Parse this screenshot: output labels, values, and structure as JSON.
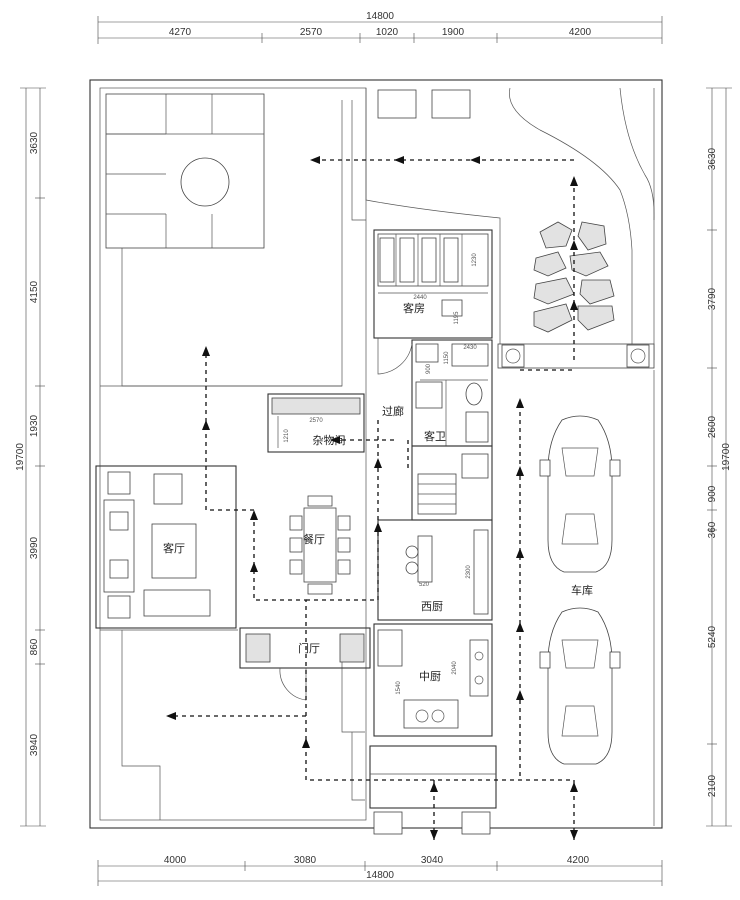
{
  "dimensions": {
    "top_total": "14800",
    "top_segments": [
      "4270",
      "2570",
      "1020",
      "1900",
      "4200"
    ],
    "bottom_segments": [
      "4000",
      "3080",
      "3040",
      "4200"
    ],
    "bottom_total": "14800",
    "left_segments": [
      "3630",
      "4150",
      "1930",
      "3990",
      "860",
      "3940"
    ],
    "left_total": "19700",
    "right_segments": [
      "3630",
      "3790",
      "2600",
      "900",
      "360",
      "5240",
      "2100"
    ],
    "right_total": "19700"
  },
  "rooms": {
    "bedroom": "客房",
    "corridor": "过廊",
    "storage": "杂物间",
    "guest_bath": "客卫",
    "living": "客厅",
    "dining": "餐厅",
    "garage": "车库",
    "western_kitchen": "西厨",
    "entry": "门厅",
    "chinese_kitchen": "中厨"
  },
  "annotations": {
    "bedroom_width": "2440",
    "bedroom_wardrobe": "1230",
    "bedroom_desk": "1195",
    "storage_width": "2570",
    "storage_depth": "1210",
    "bath_width": "2430",
    "bath_a": "900",
    "bath_b": "1150",
    "west_kitchen_a": "520",
    "west_kitchen_b": "2300",
    "chinese_kitchen_a": "2040",
    "chinese_kitchen_b": "1540"
  }
}
